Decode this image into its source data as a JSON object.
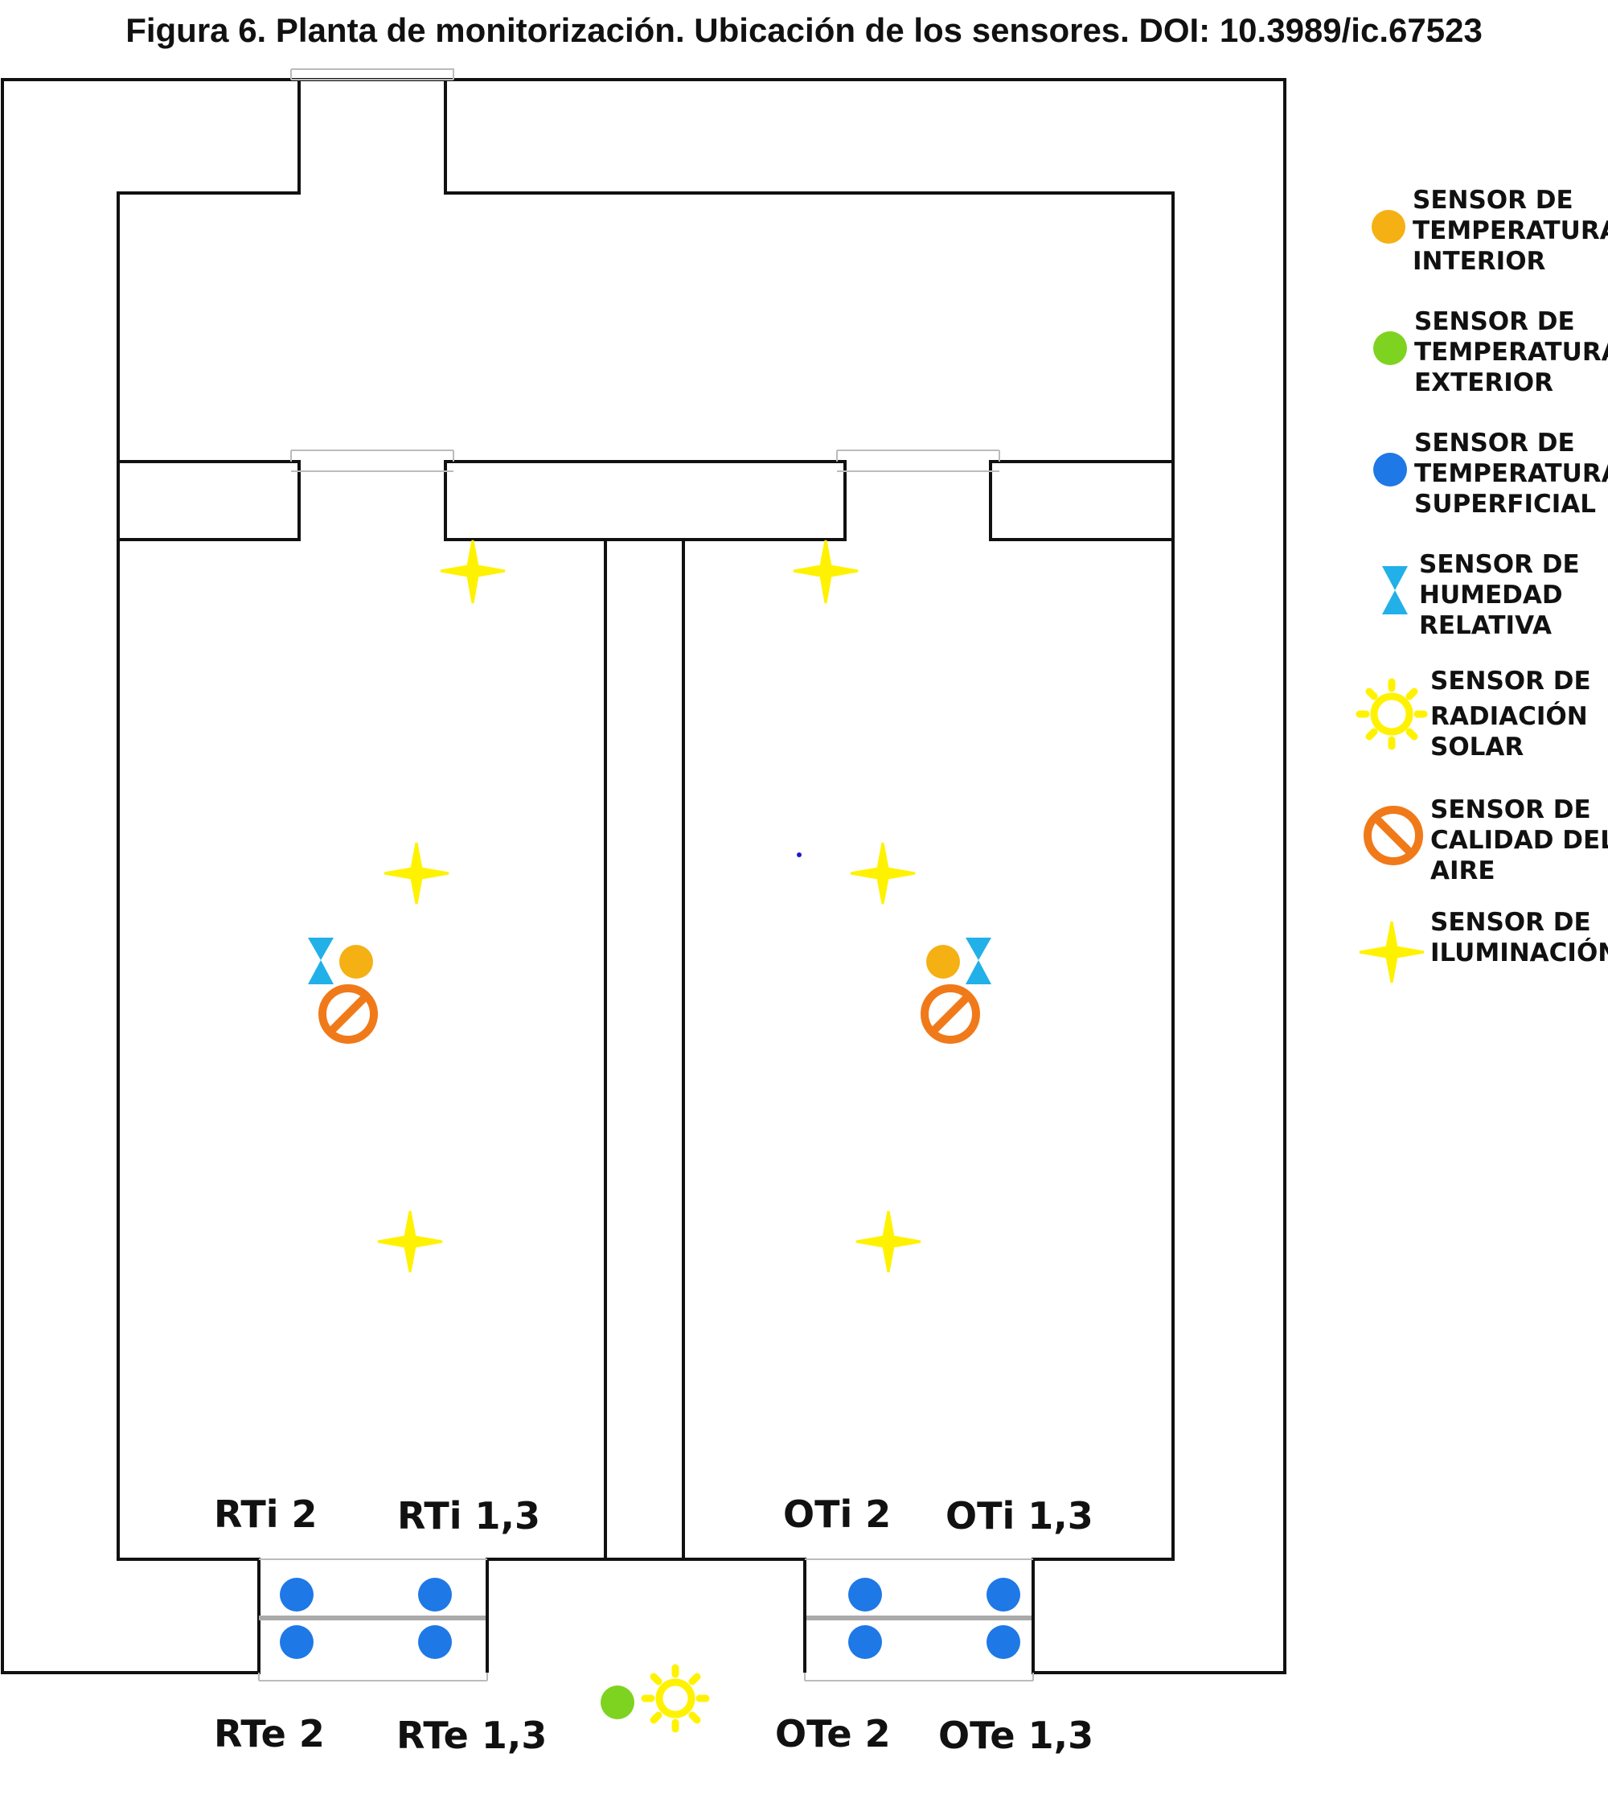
{
  "figure": {
    "title": "Figura 6. Planta de monitorización. Ubicación de los sensores. DOI: 10.3989/ic.67523"
  },
  "legend": [
    {
      "icon": "orange-circle-icon",
      "color": "#F5B014",
      "lines": [
        "SENSOR DE",
        "TEMPERATURA",
        "INTERIOR"
      ]
    },
    {
      "icon": "green-circle-icon",
      "color": "#7ED321",
      "lines": [
        "SENSOR DE",
        "TEMPERATURA",
        "EXTERIOR"
      ]
    },
    {
      "icon": "blue-circle-icon",
      "color": "#1E78E6",
      "lines": [
        "SENSOR DE",
        "TEMPERATURA",
        "SUPERFICIAL"
      ]
    },
    {
      "icon": "hourglass-icon",
      "color": "#22B0E8",
      "lines": [
        "SENSOR DE",
        "HUMEDAD",
        "RELATIVA"
      ]
    },
    {
      "icon": "sun-icon",
      "color": "#FFF200",
      "lines": [
        "SENSOR DE",
        "RADIACIÓN",
        "SOLAR"
      ]
    },
    {
      "icon": "no-symbol-icon",
      "color": "#F07A1A",
      "lines": [
        "SENSOR DE",
        "CALIDAD DEL",
        "AIRE"
      ]
    },
    {
      "icon": "four-point-star-icon",
      "color": "#FFF200",
      "lines": [
        "SENSOR DE",
        "ILUMINACIÓN"
      ]
    }
  ],
  "labels": {
    "rti2": "RTi 2",
    "rti13": "RTi 1,3",
    "oti2": "OTi 2",
    "oti13": "OTi 1,3",
    "rte2": "RTe 2",
    "rte13": "RTe 1,3",
    "ote2": "OTe 2",
    "ote13": "OTe 1,3"
  }
}
